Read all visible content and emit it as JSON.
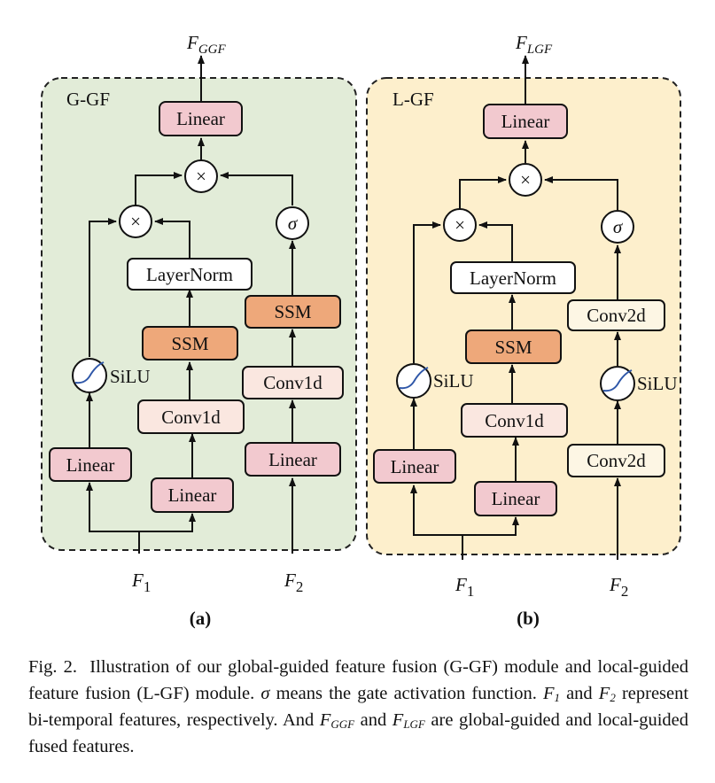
{
  "panels": {
    "a": {
      "region_label": "G-GF",
      "output_label": "F",
      "output_sub": "GGF",
      "sublabel": "(a)",
      "input1_label": "F",
      "input1_sub": "1",
      "input2_label": "F",
      "input2_sub": "2",
      "nodes": {
        "linear_top": "Linear",
        "mult_top": "×",
        "mult_left": "×",
        "sigma": "σ",
        "layernorm": "LayerNorm",
        "ssm_mid": "SSM",
        "ssm_right": "SSM",
        "silu": "SiLU",
        "conv_mid": "Conv1d",
        "conv_right": "Conv1d",
        "linear_left": "Linear",
        "linear_mid": "Linear",
        "linear_right": "Linear"
      }
    },
    "b": {
      "region_label": "L-GF",
      "output_label": "F",
      "output_sub": "LGF",
      "sublabel": "(b)",
      "input1_label": "F",
      "input1_sub": "1",
      "input2_label": "F",
      "input2_sub": "2",
      "nodes": {
        "linear_top": "Linear",
        "mult_top": "×",
        "mult_left": "×",
        "sigma": "σ",
        "layernorm": "LayerNorm",
        "ssm_mid": "SSM",
        "conv2d_top": "Conv2d",
        "silu_left": "SiLU",
        "silu_right": "SiLU",
        "conv_mid": "Conv1d",
        "linear_left": "Linear",
        "linear_mid": "Linear",
        "conv2d_bottom": "Conv2d"
      }
    }
  },
  "caption": {
    "figure_label": "Fig. 2.",
    "part1": "Illustration of our global-guided feature fusion (G-GF) module and local-guided feature fusion (L-GF) module.",
    "sigma": "σ",
    "part2": "means the gate activation function.",
    "f": "F",
    "sub1": "1",
    "and1": "and",
    "sub2": "2",
    "part3": "represent bi-temporal features, respectively. And",
    "sub_ggf": "GGF",
    "and2": "and",
    "sub_lgf": "LGF",
    "part4": "are global-guided and local-guided fused features."
  },
  "colors": {
    "panel_a_bg": "#e2ecd8",
    "panel_b_bg": "#fdefcc",
    "linear_fill": "#f2c9cf",
    "conv1d_fill": "#fae7e0",
    "ssm_fill": "#eea87a",
    "conv2d_fill": "#fdf6e4",
    "white": "#ffffff"
  }
}
